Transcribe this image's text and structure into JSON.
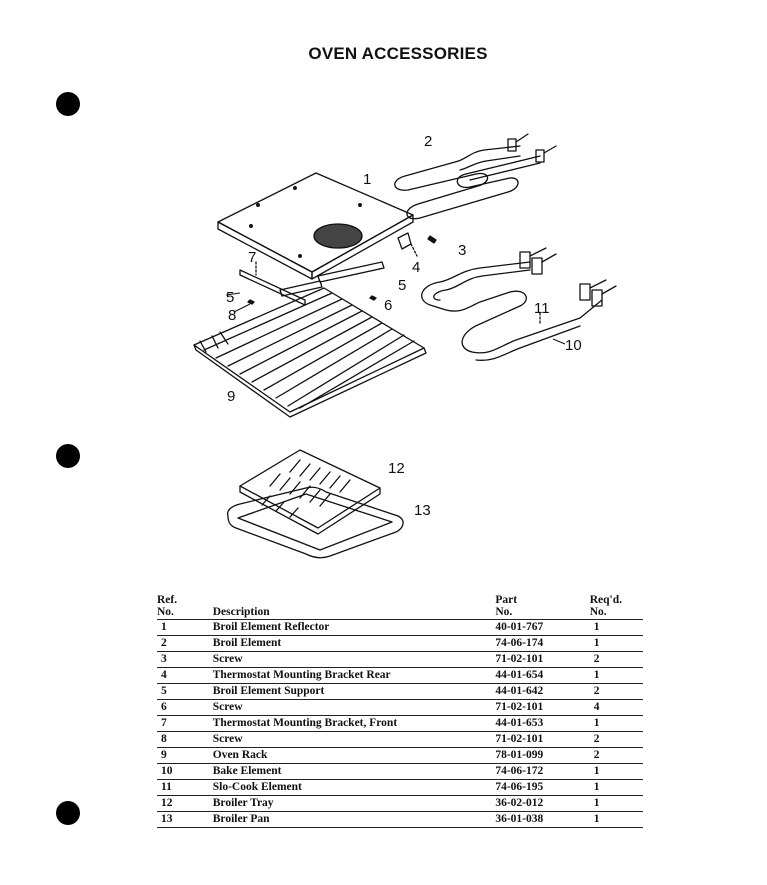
{
  "page": {
    "title": "OVEN ACCESSORIES"
  },
  "diagram": {
    "callouts": [
      "1",
      "2",
      "3",
      "4",
      "5",
      "5",
      "6",
      "7",
      "8",
      "9",
      "10",
      "11",
      "12",
      "13"
    ]
  },
  "table": {
    "headers": {
      "ref_line1": "Ref.",
      "ref_line2": "No.",
      "description": "Description",
      "part_line1": "Part",
      "part_line2": "No.",
      "qty_line1": "Req'd.",
      "qty_line2": "No."
    },
    "rows": [
      {
        "ref": "1",
        "description": "Broil Element Reflector",
        "part": "40-01-767",
        "qty": "1"
      },
      {
        "ref": "2",
        "description": "Broil Element",
        "part": "74-06-174",
        "qty": "1"
      },
      {
        "ref": "3",
        "description": "Screw",
        "part": "71-02-101",
        "qty": "2"
      },
      {
        "ref": "4",
        "description": "Thermostat Mounting Bracket Rear",
        "part": "44-01-654",
        "qty": "1"
      },
      {
        "ref": "5",
        "description": "Broil Element Support",
        "part": "44-01-642",
        "qty": "2"
      },
      {
        "ref": "6",
        "description": "Screw",
        "part": "71-02-101",
        "qty": "4"
      },
      {
        "ref": "7",
        "description": "Thermostat Mounting Bracket, Front",
        "part": "44-01-653",
        "qty": "1"
      },
      {
        "ref": "8",
        "description": "Screw",
        "part": "71-02-101",
        "qty": "2"
      },
      {
        "ref": "9",
        "description": "Oven Rack",
        "part": "78-01-099",
        "qty": "2"
      },
      {
        "ref": "10",
        "description": "Bake Element",
        "part": "74-06-172",
        "qty": "1"
      },
      {
        "ref": "11",
        "description": "Slo-Cook Element",
        "part": "74-06-195",
        "qty": "1"
      },
      {
        "ref": "12",
        "description": "Broiler Tray",
        "part": "36-02-012",
        "qty": "1"
      },
      {
        "ref": "13",
        "description": "Broiler Pan",
        "part": "36-01-038",
        "qty": "1"
      }
    ]
  }
}
